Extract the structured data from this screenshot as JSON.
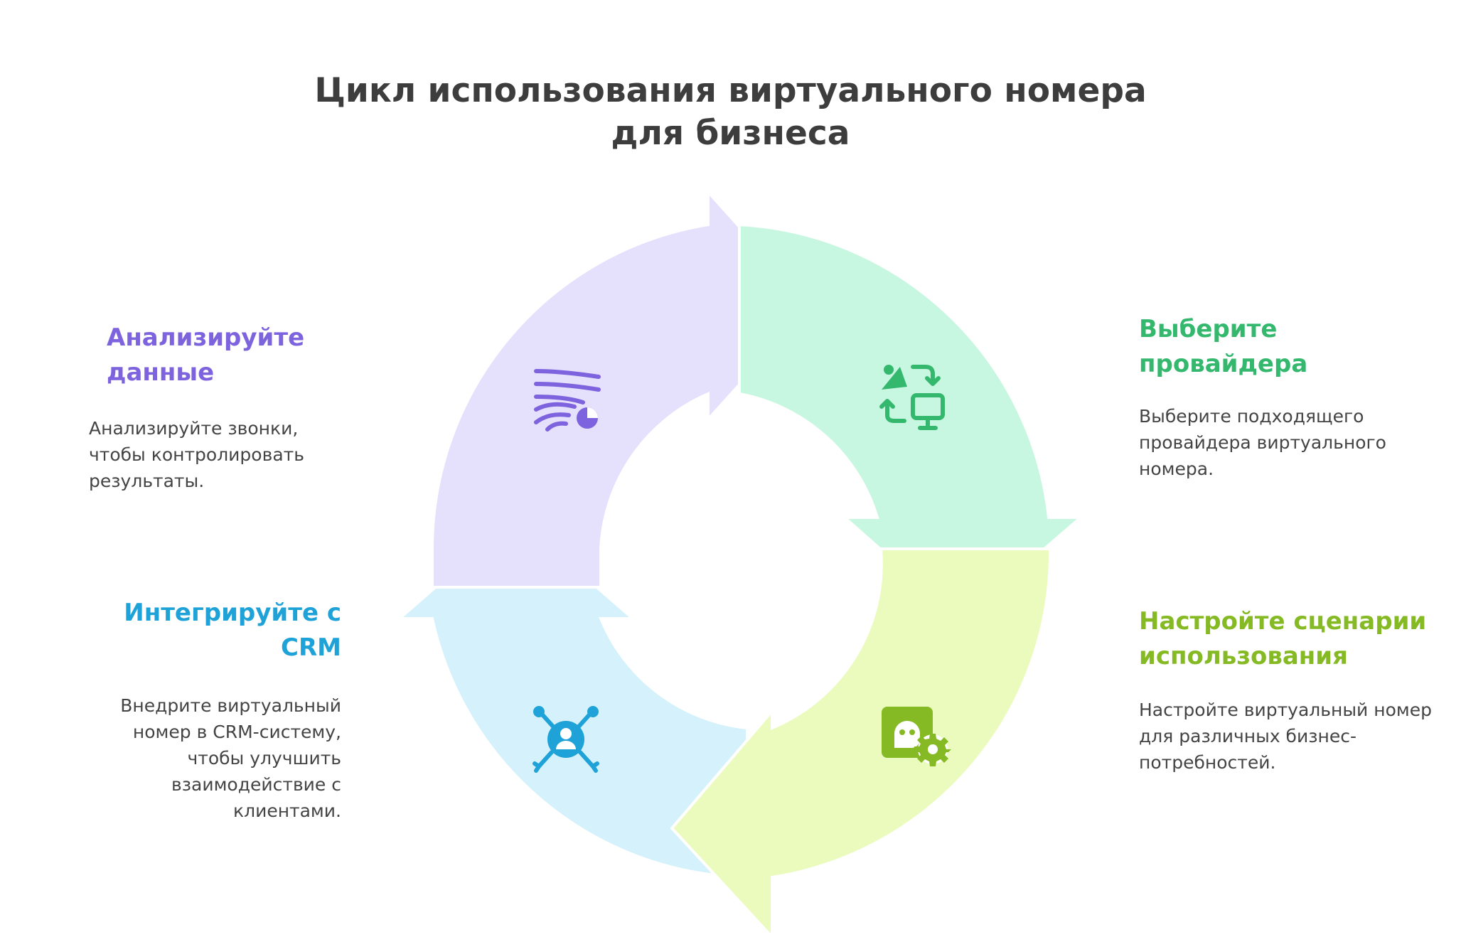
{
  "title": {
    "line1": "Цикл использования виртуального номера",
    "line2": "для бизнеса"
  },
  "steps": [
    {
      "heading": "Выберите провайдера",
      "text": "Выберите подходящего провайдера виртуального номера.",
      "color": "#34b86e",
      "fill": "#c8f7e1",
      "icon": "transfer-icon"
    },
    {
      "heading": "Настройте сценарии использования",
      "text": "Настройте виртуальный номер для различных бизнес-потребностей.",
      "color": "#86ba24",
      "fill": "#ebfbbd",
      "icon": "robot-settings-icon"
    },
    {
      "heading": "Интегрируйте с CRM",
      "text": "Внедрите виртуальный номер в CRM-систему, чтобы улучшить взаимодействие с клиентами.",
      "color": "#1ea2d8",
      "fill": "#d4f1fc",
      "icon": "user-network-icon"
    },
    {
      "heading": "Анализируйте данные",
      "text": "Анализируйте звонки, чтобы контролировать результаты.",
      "color": "#7e63de",
      "fill": "#e5e0fc",
      "icon": "analytics-icon"
    }
  ]
}
